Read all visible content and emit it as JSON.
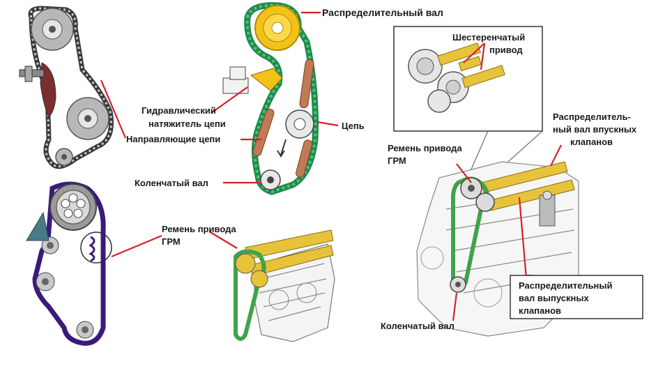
{
  "labels": {
    "camshaft_top": "Распределительный вал",
    "hydraulic_tensioner_line1": "Гидравлический",
    "hydraulic_tensioner_line2": "натяжитель цепи",
    "guide_chains": "Направляющие цепи",
    "chain": "Цепь",
    "crankshaft_middle": "Коленчатый вал",
    "belt_middle_line1": "Ремень привода",
    "belt_middle_line2": "ГРМ",
    "gear_drive_line1": "Шестеренчатый",
    "gear_drive_line2": "привод",
    "intake_cam_line1": "Распределитель-",
    "intake_cam_line2": "ный вал впускных",
    "intake_cam_line3": "клапанов",
    "belt_right_line1": "Ремень привода",
    "belt_right_line2": "ГРМ",
    "exhaust_cam_line1": "Распределительный",
    "exhaust_cam_line2": "вал выпускных",
    "exhaust_cam_line3": "клапанов",
    "crankshaft_right": "Коленчатый вал"
  },
  "colors": {
    "pointer": "#d61f26",
    "chain_green": "#1f8a4c",
    "sprocket_yellow": "#f2c21b",
    "belt_purple": "#3b1a7a",
    "cam_yellow": "#e6c33a",
    "belt_green": "#3fa34a"
  }
}
